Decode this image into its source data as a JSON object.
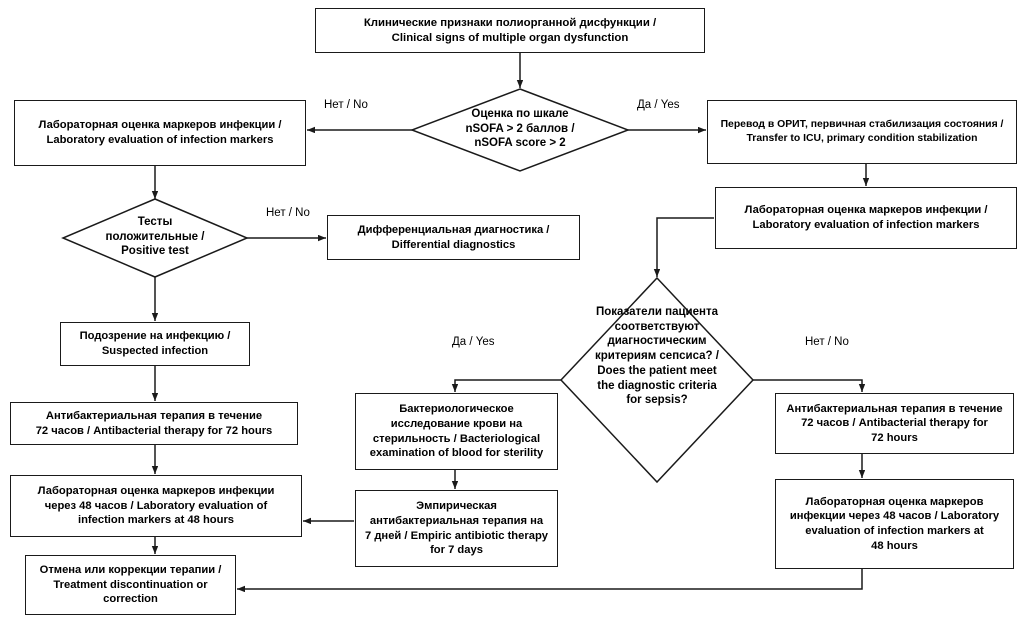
{
  "diagram": {
    "title": "Sepsis diagnostic and treatment algorithm flowchart",
    "type": "flowchart",
    "language": "Russian / English bilingual",
    "colors": {
      "stroke": "#1a1a1a",
      "fill": "#ffffff",
      "text": "#000000",
      "background": "#ffffff"
    }
  },
  "nodes": {
    "start": {
      "shape": "process",
      "ru": "Клинические признаки полиорганной дисфункции /",
      "en": "Clinical signs of multiple organ dysfunction"
    },
    "nsofa_decision": {
      "shape": "decision",
      "line1": "Оценка по шкале",
      "line2": "nSOFA > 2 баллов /",
      "line3": "nSOFA score > 2"
    },
    "lab_left": {
      "shape": "process",
      "ru": "Лабораторная оценка маркеров инфекции /",
      "en": "Laboratory evaluation of infection markers"
    },
    "icu_transfer": {
      "shape": "process",
      "ru": "Перевод в ОРИТ, первичная стабилизация состояния /",
      "en": "Transfer to ICU, primary condition stabilization"
    },
    "lab_right": {
      "shape": "process",
      "ru": "Лабораторная оценка маркеров инфекции /",
      "en": "Laboratory evaluation of infection markers"
    },
    "positive_test": {
      "shape": "decision",
      "line1": "Тесты",
      "line2": "положительные /",
      "line3": "Positive test"
    },
    "differential": {
      "shape": "process",
      "ru": "Дифференциальная диагностика /",
      "en": "Differential diagnostics"
    },
    "suspected_infection": {
      "shape": "process",
      "ru": "Подозрение на инфекцию /",
      "en": "Suspected infection"
    },
    "antibacterial_72_left": {
      "shape": "process",
      "line1": "Антибактериальная терапия в течение",
      "line2": "72 часов / Antibacterial therapy for 72 hours"
    },
    "lab_48_left": {
      "shape": "process",
      "line1": "Лабораторная оценка маркеров инфекции",
      "line2": "через 48 часов / Laboratory evaluation of",
      "line3": "infection markers at 48 hours"
    },
    "treatment_correction": {
      "shape": "process",
      "line1": "Отмена или коррекции терапии /",
      "line2": "Treatment discontinuation or",
      "line3": "correction"
    },
    "sepsis_decision": {
      "shape": "decision",
      "line1": "Показатели пациента",
      "line2": "соответствуют",
      "line3": "диагностическим",
      "line4": "критериям сепсиса? /",
      "line5": "Does the patient meet",
      "line6": "the diagnostic criteria",
      "line7": "for sepsis?"
    },
    "bacteriological": {
      "shape": "process",
      "line1": "Бактериологическое",
      "line2": "исследование крови на",
      "line3": "стерильность / Bacteriological",
      "line4": "examination of blood for sterility"
    },
    "empiric_therapy": {
      "shape": "process",
      "line1": "Эмпирическая",
      "line2": "антибактериальная терапия на",
      "line3": "7 дней / Empiric antibiotic therapy",
      "line4": "for 7 days"
    },
    "antibacterial_72_right": {
      "shape": "process",
      "line1": "Антибактериальная терапия в течение",
      "line2": "72 часов / Antibacterial therapy for",
      "line3": "72 hours"
    },
    "lab_48_right": {
      "shape": "process",
      "line1": "Лабораторная оценка маркеров",
      "line2": "инфекции через 48 часов / Laboratory",
      "line3": "evaluation of infection markers at",
      "line4": "48 hours"
    }
  },
  "edge_labels": {
    "nsofa_no": "Нет / No",
    "nsofa_yes": "Да / Yes",
    "positive_test_no": "Нет / No",
    "sepsis_yes": "Да / Yes",
    "sepsis_no": "Нет / No"
  }
}
